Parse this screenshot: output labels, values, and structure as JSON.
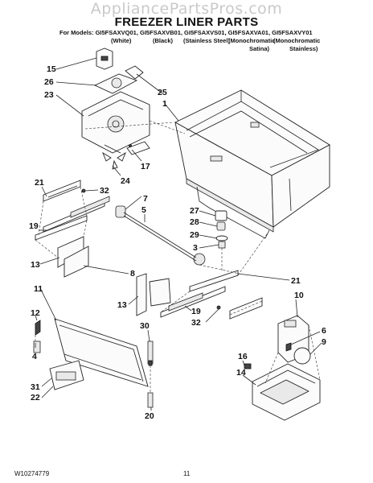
{
  "watermark": "AppliancePartsPros.com",
  "title": "FREEZER LINER PARTS",
  "models_line": "For Models: GI5FSAXVQ01, GI5FSAXVB01, GI5FSAXVS01, GI5FSAXVA01, GI5FSAXVY01",
  "finishes": {
    "white": "(White)",
    "black": "(Black)",
    "stainless_steel": "(Stainless Steel)",
    "mono_satina_1": "(Monochromatic",
    "mono_satina_2": "Satina)",
    "mono_stainless_1": "(Monochromatic",
    "mono_stainless_2": "Stainless)"
  },
  "footer": {
    "doc_number": "W10274779",
    "page": "11"
  },
  "callouts": {
    "c15": "15",
    "c26": "26",
    "c23": "23",
    "c25": "25",
    "c1": "1",
    "c17": "17",
    "c24": "24",
    "c21a": "21",
    "c32a": "32",
    "c7": "7",
    "c5": "5",
    "c19a": "19",
    "c13a": "13",
    "c8": "8",
    "c27": "27",
    "c28": "28",
    "c29": "29",
    "c3": "3",
    "c21b": "21",
    "c10": "10",
    "c13b": "13",
    "c19b": "19",
    "c32b": "32",
    "c11": "11",
    "c12": "12",
    "c4": "4",
    "c31": "31",
    "c22": "22",
    "c30": "30",
    "c20": "20",
    "c16": "16",
    "c14": "14",
    "c6": "6",
    "c9": "9"
  }
}
